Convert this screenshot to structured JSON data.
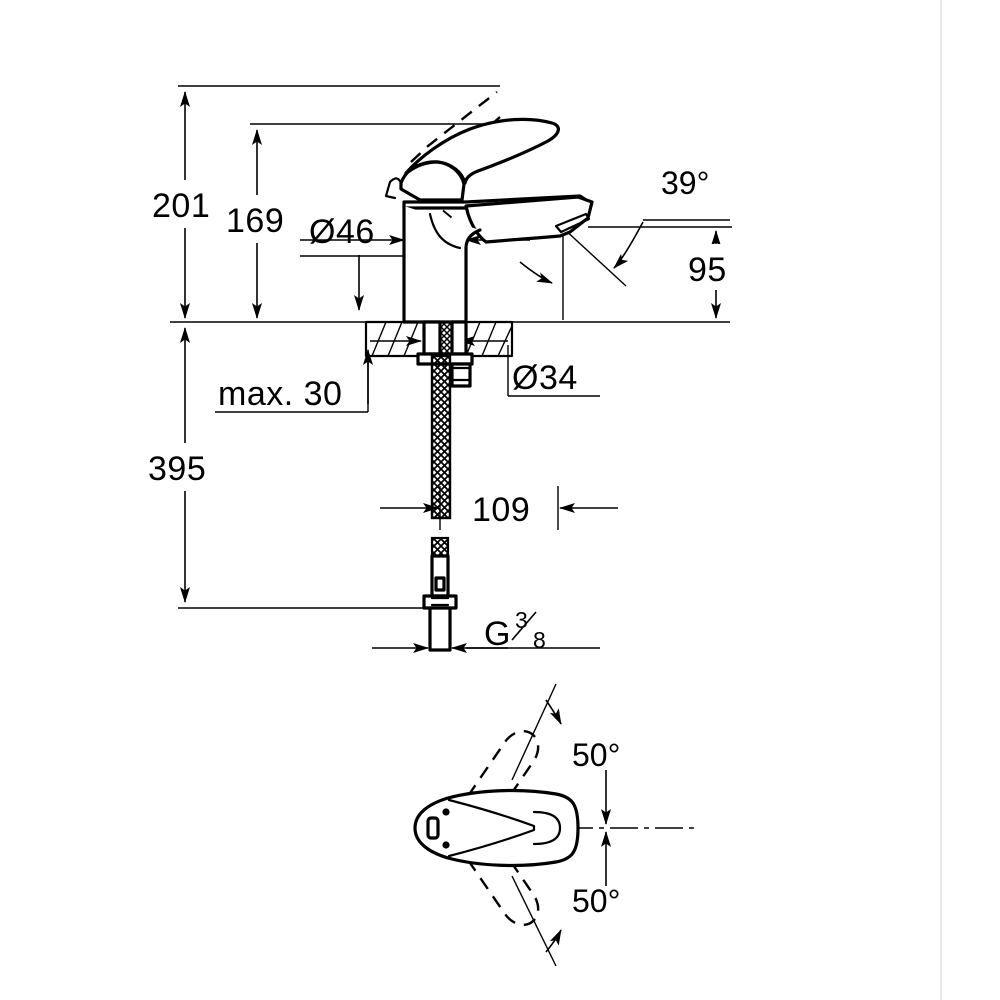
{
  "document": {
    "type": "technical-dimension-drawing",
    "subject": "single-lever basin mixer faucet",
    "views": [
      "side elevation",
      "plan view of lever"
    ],
    "units": "mm",
    "line_color": "#000000",
    "background_color": "#ffffff",
    "sheet_edge_color": "#e2e2e2"
  },
  "dimensions": {
    "overall_height": "201",
    "spout_height": "169",
    "body_diameter": "Ø46",
    "spout_outlet_angle": "39°",
    "spout_reach_height": "95",
    "countertop_hole_diameter": "Ø34",
    "max_countertop_thickness": "max. 30",
    "total_length": "395",
    "hose_length": "109",
    "thread_letter": "G",
    "thread_numerator": "3",
    "thread_denominator": "8",
    "lever_swing_up": "50°",
    "lever_swing_down": "50°"
  },
  "labels": {
    "h201": "201",
    "h169": "169",
    "d46": "Ø46",
    "a39": "39°",
    "h95": "95",
    "d34": "Ø34",
    "max30": "max. 30",
    "h395": "395",
    "l109": "109",
    "thread_g": "G",
    "thread_num": "3",
    "thread_den": "8",
    "angle_top": "50°",
    "angle_bottom": "50°"
  }
}
